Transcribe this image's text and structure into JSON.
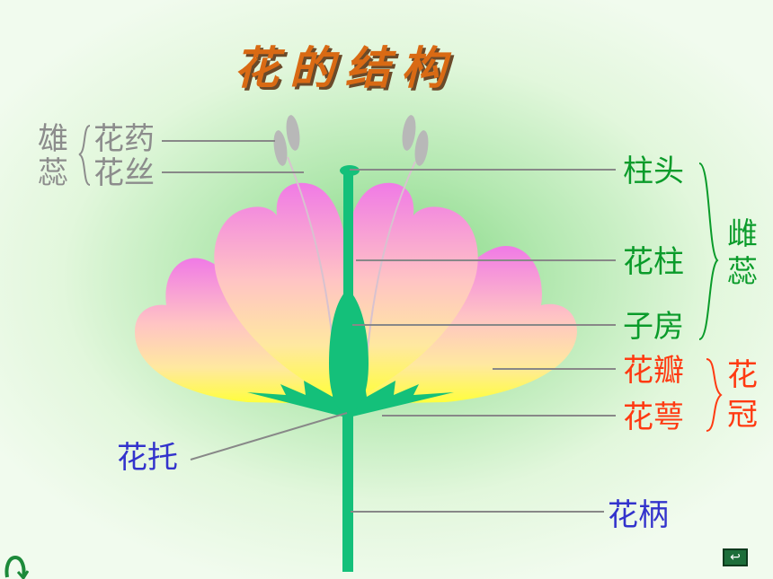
{
  "title": "花的结构",
  "stamen": {
    "group_top": "雄",
    "group_bottom": "蕊",
    "anther": "花药",
    "filament": "花丝"
  },
  "pistil": {
    "stigma": "柱头",
    "style": "花柱",
    "ovary": "子房",
    "group_top": "雌",
    "group_bottom": "蕊"
  },
  "corolla": {
    "petal": "花瓣",
    "sepal": "花萼",
    "group_top": "花",
    "group_bottom": "冠"
  },
  "receptacle": "花托",
  "pedicel": "花柄",
  "colors": {
    "title": "#d96a14",
    "stamen_text": "#8c8c8c",
    "pistil_text": "#0a9b2a",
    "corolla_text": "#ff3a12",
    "base_text": "#3333cc",
    "plant_green": "#14c07a"
  },
  "icons": {
    "return": "return-icon",
    "corner": "curl-arrow-icon"
  }
}
